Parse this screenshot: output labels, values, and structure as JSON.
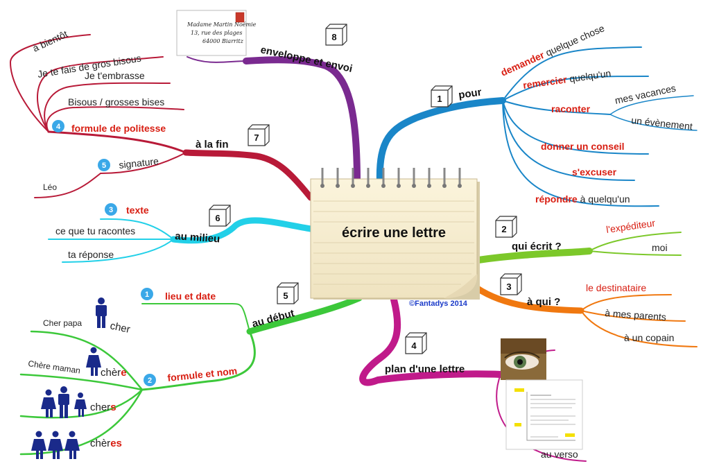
{
  "center": {
    "title": "écrire une lettre",
    "credit": "©Fantadys 2014"
  },
  "colors": {
    "pour": "#1a86c8",
    "qui_ecrit": "#7cc82a",
    "a_qui": "#f07810",
    "plan": "#c01a8a",
    "au_debut": "#3cc83a",
    "au_milieu": "#22d0e8",
    "a_la_fin": "#b81a38",
    "enveloppe": "#7a2a90",
    "red": "#d81e12"
  },
  "branches": {
    "pour": {
      "number": "1",
      "label": "pour",
      "items": [
        {
          "red": "demander",
          "rest": " quelque chose"
        },
        {
          "red": "remercier",
          "rest": " quelqu'un"
        },
        {
          "red": "raconter",
          "rest": "",
          "sub": [
            "mes vacances",
            "un évènement"
          ]
        },
        {
          "red": "donner un conseil",
          "rest": ""
        },
        {
          "red": "s'excuser",
          "rest": ""
        },
        {
          "red": "répondre",
          "rest": " à quelqu'un"
        }
      ]
    },
    "qui_ecrit": {
      "number": "2",
      "label": "qui écrit ?",
      "items": [
        "l'expéditeur",
        "moi"
      ]
    },
    "a_qui": {
      "number": "3",
      "label": "à qui ?",
      "items": [
        "le destinataire",
        "à mes parents",
        "à un copain"
      ]
    },
    "plan": {
      "number": "4",
      "label": "plan d'une lettre",
      "verso": "au verso"
    },
    "au_debut": {
      "number": "5",
      "label": "au début",
      "lieu": {
        "circle": "1",
        "text": "lieu et date"
      },
      "formule": {
        "circle": "2",
        "text": "formule et nom"
      },
      "greetings": [
        {
          "example": "Cher papa",
          "word": "cher",
          "suffix": ""
        },
        {
          "example": "Chère maman",
          "word": "chèr",
          "suffix": "e"
        },
        {
          "example": "",
          "word": "cher",
          "suffix": "s"
        },
        {
          "example": "",
          "word": "chèr",
          "suffix": "es"
        }
      ]
    },
    "au_milieu": {
      "number": "6",
      "label": "au milieu",
      "circle": "3",
      "texte": "texte",
      "items": [
        "ce que tu racontes",
        "ta réponse"
      ]
    },
    "a_la_fin": {
      "number": "7",
      "label": "à la fin",
      "formule": {
        "circle": "4",
        "text": "formule de politesse"
      },
      "formules": [
        "à bientôt",
        "Je te fais de gros bisous",
        "Je t'embrasse",
        "Bisous / grosses bises"
      ],
      "signature": {
        "circle": "5",
        "text": "signature",
        "name": "Léo"
      }
    },
    "enveloppe": {
      "number": "8",
      "label": "enveloppe et envoi",
      "address": [
        "Madame Martin Noémie",
        "13, rue des plages",
        "64000 Biarritz"
      ]
    }
  }
}
